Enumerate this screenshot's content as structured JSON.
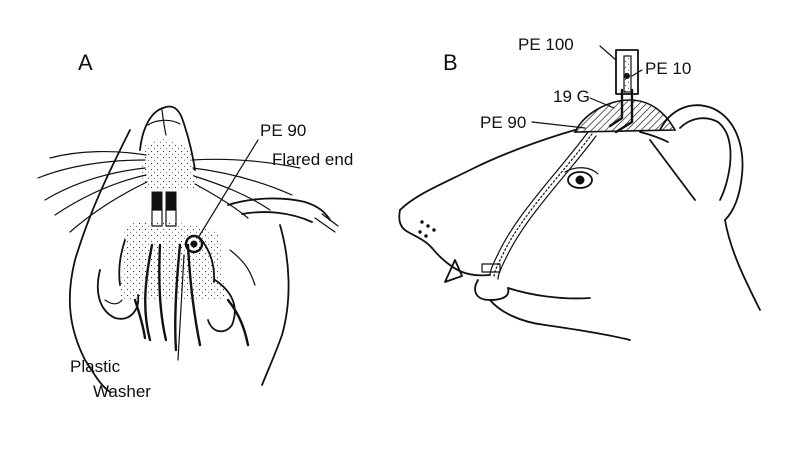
{
  "panel_a": {
    "panel_label": "A",
    "label_pe90": "PE 90",
    "label_flared": "Flared end",
    "label_plastic": "Plastic",
    "label_washer": "Washer"
  },
  "panel_b": {
    "panel_label": "B",
    "label_pe100": "PE 100",
    "label_pe10": "PE 10",
    "label_19g": "19 G",
    "label_pe90": "PE 90"
  }
}
